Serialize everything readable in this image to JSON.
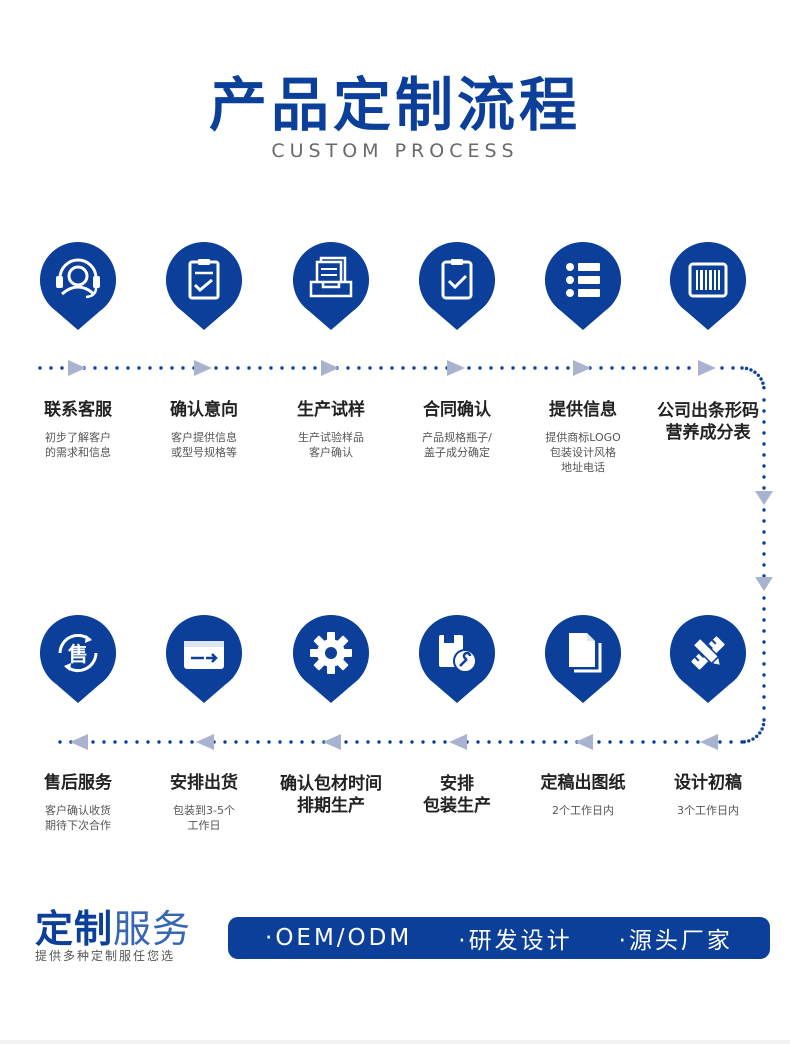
{
  "header": {
    "title": "产品定制流程",
    "subtitle": "CUSTOM PROCESS"
  },
  "colors": {
    "primary": "#0b3f99",
    "arrow": "#a9b3cf",
    "dots": "#0b3f99"
  },
  "steps_row1": [
    {
      "title": "联系客服",
      "desc": [
        "初步了解客户",
        "的需求和信息"
      ],
      "icon": "headset-icon"
    },
    {
      "title": "确认意向",
      "desc": [
        "客户提供信息",
        "或型号规格等"
      ],
      "icon": "clipboard-check-icon"
    },
    {
      "title": "生产试样",
      "desc": [
        "生产试验样品",
        "客户确认"
      ],
      "icon": "document-tray-icon"
    },
    {
      "title": "合同确认",
      "desc": [
        "产品规格瓶子/",
        "盖子成分确定"
      ],
      "icon": "contract-check-icon"
    },
    {
      "title": "提供信息",
      "desc": [
        "提供商标LOGO",
        "包装设计风格",
        "地址电话"
      ],
      "icon": "list-icon"
    },
    {
      "title": [
        "公司出条形码",
        "营养成分表"
      ],
      "desc": [],
      "icon": "barcode-icon"
    }
  ],
  "steps_row2": [
    {
      "title": "售后服务",
      "desc": [
        "客户确认收货",
        "期待下次合作"
      ],
      "icon": "after-sale-cycle-icon",
      "icon_text": "售"
    },
    {
      "title": "安排出货",
      "desc": [
        "包装到3-5个",
        "工作日"
      ],
      "icon": "shipping-card-icon"
    },
    {
      "title": [
        "确认包材时间",
        "排期生产"
      ],
      "desc": [],
      "icon": "gear-icon"
    },
    {
      "title": [
        "安排",
        "包装生产"
      ],
      "desc": [],
      "icon": "package-wrench-icon"
    },
    {
      "title": "定稿出图纸",
      "desc": [
        "2个工作日内"
      ],
      "icon": "files-icon"
    },
    {
      "title": "设计初稿",
      "desc": [
        "3个工作日内"
      ],
      "icon": "pencil-ruler-icon"
    }
  ],
  "brand": {
    "strong": "定制",
    "light": "服务",
    "tagline": "提供多种定制服任您选"
  },
  "services": [
    "·OEM/ODM",
    "·研发设计",
    "·源头厂家"
  ]
}
